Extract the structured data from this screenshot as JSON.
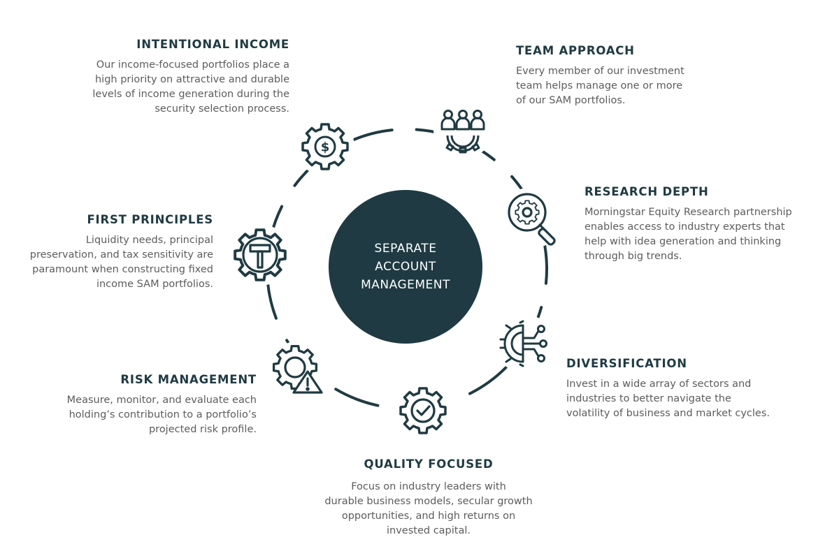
{
  "center": {
    "line1": "SEPARATE",
    "line2": "ACCOUNT",
    "line3": "MANAGEMENT"
  },
  "blocks": {
    "intentional_income": {
      "title": "INTENTIONAL INCOME",
      "lines": [
        "Our income-focused portfolios place a",
        "high priority on attractive and durable",
        "levels of income generation during the",
        "security selection process."
      ]
    },
    "team_approach": {
      "title": "TEAM APPROACH",
      "lines": [
        "Every member of our investment",
        "team helps manage one or more",
        "of our SAM portfolios."
      ]
    },
    "research_depth": {
      "title": "RESEARCH DEPTH",
      "lines": [
        "Morningstar Equity Research partnership",
        "enables access to industry experts that",
        "help with idea generation and thinking",
        "through big trends."
      ]
    },
    "first_principles": {
      "title": "FIRST PRINCIPLES",
      "lines": [
        "Liquidity needs, principal",
        "preservation, and tax sensitivity are",
        "paramount when constructing fixed",
        "income SAM portfolios."
      ]
    },
    "diversification": {
      "title": "DIVERSIFICATION",
      "lines": [
        "Invest in a wide array of sectors and",
        "industries to better navigate the",
        "volatility of business and market cycles."
      ]
    },
    "risk_management": {
      "title": "RISK MANAGEMENT",
      "lines": [
        "Measure, monitor, and evaluate each",
        "holding’s contribution to a portfolio’s",
        "projected risk profile."
      ]
    },
    "quality_focused": {
      "title": "QUALITY FOCUSED",
      "lines": [
        "Focus on industry leaders with",
        "durable business models, secular growth",
        "opportunities, and high returns on",
        "invested capital."
      ]
    }
  },
  "icons": {
    "intentional_income": "dollar-gear-icon",
    "team_approach": "team-gear-icon",
    "research_depth": "magnifier-gear-icon",
    "first_principles": "hammer-gear-icon",
    "diversification": "network-gear-icon",
    "risk_management": "warning-gear-icon",
    "quality_focused": "check-gear-icon"
  },
  "colors": {
    "primary": "#1f3a42",
    "text": "#5c5c5c",
    "background": "#ffffff"
  }
}
